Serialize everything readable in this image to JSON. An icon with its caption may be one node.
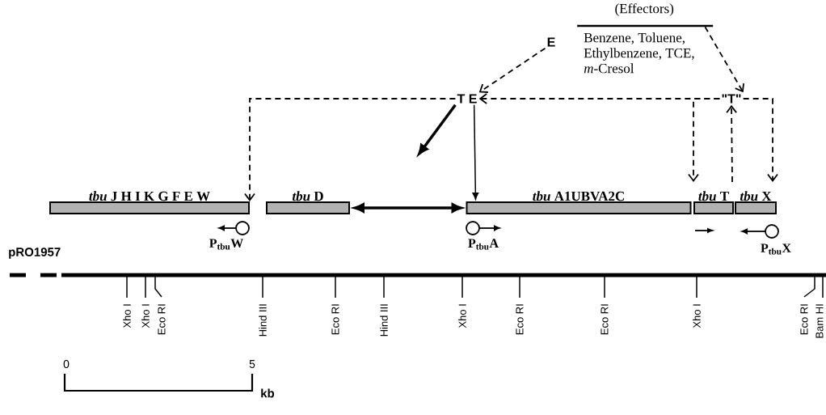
{
  "diagram": {
    "nodes": [
      {
        "text": [
          "(Effectors)",
          "Benzene, Toluene, Ethylbenzene, TCE, *m*-Cresol"
        ]
      },
      {
        "text": [
          "E"
        ]
      },
      {
        "text": [
          "T E"
        ]
      },
      {
        "text": [
          "\"T\""
        ]
      },
      {
        "text": [
          "*tbu* J H I K G F E W"
        ]
      },
      {
        "text": [
          "*tbu* D"
        ]
      },
      {
        "text": [
          "*tbu* A1UBVA2C"
        ]
      },
      {
        "text": [
          "*tbu* T"
        ]
      },
      {
        "text": [
          "*tbu* X"
        ]
      }
    ],
    "edges": [
      {
        "from": 1,
        "to": 2,
        "arrow": "to",
        "style": "dashed"
      },
      {
        "from": 0,
        "to": 3,
        "arrow": "to",
        "style": "dashed"
      },
      {
        "from": 3,
        "to": 2,
        "arrow": "to",
        "style": "dashed"
      },
      {
        "from": 2,
        "to": 4,
        "arrow": "to",
        "style": "dashed"
      },
      {
        "from": 2,
        "to": null,
        "arrow": "to",
        "style": "thick"
      },
      {
        "from": 2,
        "to": 6,
        "arrow": "to"
      },
      {
        "from": 3,
        "to": 7,
        "arrow": "to",
        "style": "dashed"
      },
      {
        "from": 7,
        "to": 3,
        "arrow": "to",
        "style": "dashed"
      },
      {
        "from": 3,
        "to": 8,
        "arrow": "to",
        "style": "dashed"
      },
      {
        "from": 5,
        "to": 6,
        "arrow": "both",
        "style": "thick"
      }
    ],
    "labels": [
      "pRO1957",
      "P$_{tbu}$W",
      "P$_{tbu}$A",
      "P$_{tbu}$X",
      "Xho I",
      "Xho I",
      "Eco RI",
      "Hind III",
      "Eco RI",
      "Hind III",
      "Xho I",
      "Eco RI",
      "Eco RI",
      "Xho I",
      "Eco RI",
      "Bam HI",
      "0",
      "5",
      "kb"
    ]
  }
}
